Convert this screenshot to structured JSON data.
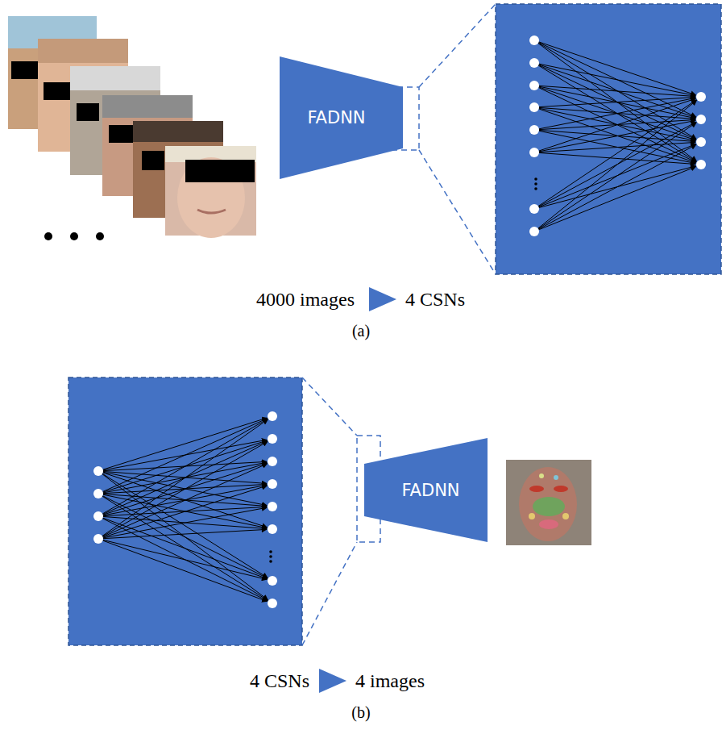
{
  "diagram": {
    "nodes": [
      {
        "text": [
          "FADNN"
        ]
      },
      {
        "text": [
          "FADNN"
        ]
      }
    ],
    "labels": [
      "4000 images",
      "4 CSNs",
      "(a)",
      "4 CSNs",
      "4 images",
      "(b)"
    ]
  }
}
